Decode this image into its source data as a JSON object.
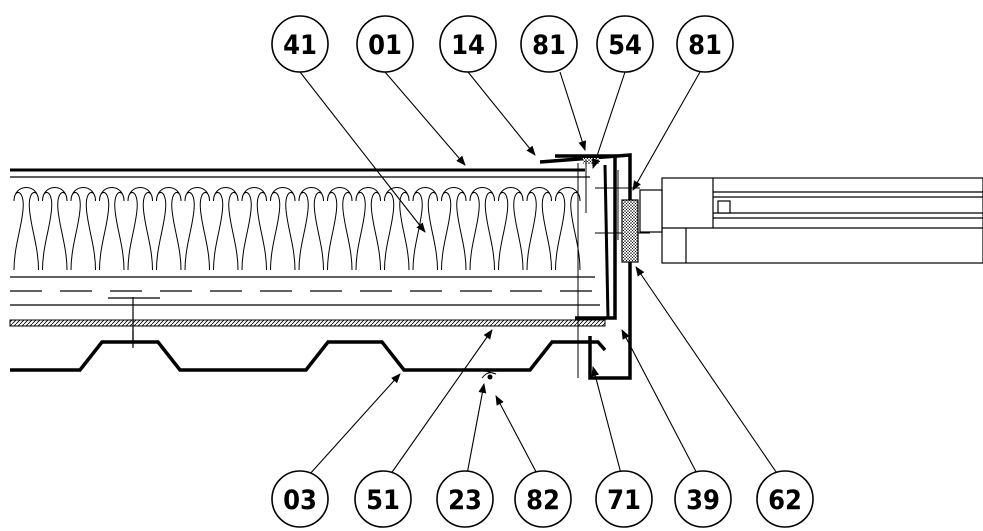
{
  "diagram": {
    "callouts_top": [
      "41",
      "01",
      "14",
      "81",
      "54",
      "81"
    ],
    "callouts_bottom": [
      "03",
      "51",
      "23",
      "82",
      "71",
      "39",
      "62"
    ]
  },
  "colors": {
    "line": "#000000",
    "background": "#ffffff"
  }
}
